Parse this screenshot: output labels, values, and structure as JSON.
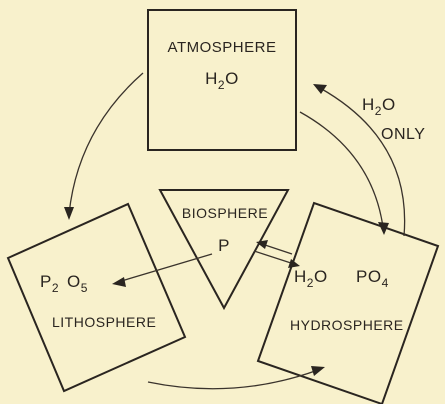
{
  "atmosphere": {
    "title": "ATMOSPHERE",
    "formula_base": "H",
    "formula_sub": "2",
    "formula_rest": "O"
  },
  "side_note": {
    "line1_base": "H",
    "line1_sub": "2",
    "line1_rest": "O",
    "line2": "ONLY"
  },
  "biosphere": {
    "title": "BIOSPHERE",
    "element": "P"
  },
  "lithosphere": {
    "title": "LITHOSPHERE",
    "formula_p": "P",
    "formula_p_sub": "2",
    "formula_o": "O",
    "formula_o_sub": "5"
  },
  "hydrosphere": {
    "title": "HYDROSPHERE",
    "water_base": "H",
    "water_sub": "2",
    "water_rest": "O",
    "phosphate_base": "PO",
    "phosphate_sub": "4"
  }
}
